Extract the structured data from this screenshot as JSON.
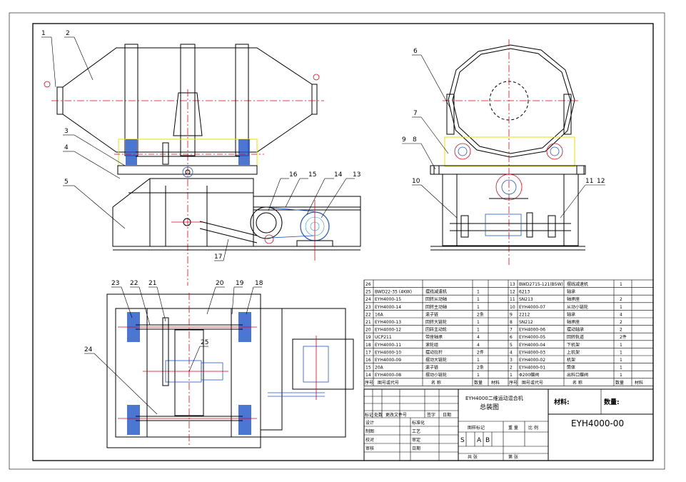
{
  "parts_rows": [
    {
      "nl": "26",
      "cl": "",
      "nml": "",
      "ql": "",
      "nr": "13",
      "cr": "BWD2715-121(B5W)",
      "nmr": "摆线减速机",
      "qr": "1"
    },
    {
      "nl": "25",
      "cl": "BWD22-35 (4KW)",
      "nml": "摆线减速机",
      "ql": "1",
      "nr": "12",
      "cr": "6213",
      "nmr": "轴承",
      "qr": ""
    },
    {
      "nl": "24",
      "cl": "EYH4000-15",
      "nml": "回转从动轴",
      "ql": "1",
      "nr": "11",
      "cr": "SN213",
      "nmr": "轴承座",
      "qr": "2"
    },
    {
      "nl": "23",
      "cl": "EYH4000-14",
      "nml": "回转主动轴",
      "ql": "1",
      "nr": "10",
      "cr": "EYH4000-07",
      "nmr": "从动小链轮",
      "qr": "1"
    },
    {
      "nl": "22",
      "cl": "16A",
      "nml": "滚子链",
      "ql": "2条",
      "nr": "9",
      "cr": "2212",
      "nmr": "轴承",
      "qr": "4"
    },
    {
      "nl": "21",
      "cl": "EYH4000-13",
      "nml": "回转大链轮",
      "ql": "1",
      "nr": "8",
      "cr": "SN212",
      "nmr": "轴承座",
      "qr": "2"
    },
    {
      "nl": "20",
      "cl": "EYH4000-12",
      "nml": "回转主动轮",
      "ql": "1",
      "nr": "7",
      "cr": "EYH4000-06",
      "nmr": "摆动轴承",
      "qr": "2"
    },
    {
      "nl": "19",
      "cl": "UCP211",
      "nml": "带座轴承",
      "ql": "4",
      "nr": "6",
      "cr": "EYH4000-05",
      "nmr": "回转轨道",
      "qr": "2件"
    },
    {
      "nl": "18",
      "cl": "EYH4000-11",
      "nml": "滚轮组",
      "ql": "4",
      "nr": "5",
      "cr": "EYH4000-04",
      "nmr": "下机架",
      "qr": "1"
    },
    {
      "nl": "17",
      "cl": "EYH4000-10",
      "nml": "摆动拉杆",
      "ql": "2件",
      "nr": "4",
      "cr": "EYH4000-03",
      "nmr": "上机架",
      "qr": "1"
    },
    {
      "nl": "16",
      "cl": "EYH4000-09",
      "nml": "摆动大链轮",
      "ql": "1",
      "nr": "3",
      "cr": "EYH4000-02",
      "nmr": "机架",
      "qr": "1"
    },
    {
      "nl": "15",
      "cl": "20A",
      "nml": "滚子链",
      "ql": "2条",
      "nr": "2",
      "cr": "EYH4000-01",
      "nmr": "筒体",
      "qr": "1"
    },
    {
      "nl": "14",
      "cl": "EYH4000-08",
      "nml": "摆动小链轮",
      "ql": "1",
      "nr": "1",
      "cr": "Φ200蝶阀",
      "nmr": "出料口蝶阀",
      "qr": "1"
    }
  ],
  "parts_header": {
    "no": "序号",
    "code": "图号或代号",
    "name": "名  称",
    "qty": "数量",
    "mat": "材料"
  },
  "title_block": {
    "product_name": "EYH4000二维运动混合机",
    "drawing_title": "总装图",
    "material_label": "材料:",
    "quantity_label": "数量:",
    "drawing_no": "EYH4000-00",
    "rev_labels": [
      "标记",
      "处数",
      "更改文件号",
      "签字",
      "日期"
    ],
    "left_labels": [
      "设计",
      "制图",
      "校对",
      "审核"
    ],
    "mid_labels": [
      "标准化",
      "工艺",
      "审定",
      "日期"
    ],
    "stage_label": "图样标记",
    "weight_label": "重  量",
    "scale_label": "比  例",
    "stage_marks": [
      "S",
      "A",
      "B"
    ],
    "sheet_total": "共  张",
    "sheet_no": "第  张"
  },
  "callouts": [
    "1",
    "2",
    "3",
    "4",
    "5",
    "6",
    "7",
    "8",
    "9",
    "10",
    "11",
    "12",
    "13",
    "14",
    "15",
    "16",
    "17",
    "18",
    "19",
    "20",
    "21",
    "22",
    "23",
    "24",
    "25"
  ],
  "colors": {
    "outline": "#000000",
    "blue": "#1e55c8",
    "cyan": "#1aa0c8",
    "red": "#e0001b",
    "yellow": "#e8e000"
  }
}
